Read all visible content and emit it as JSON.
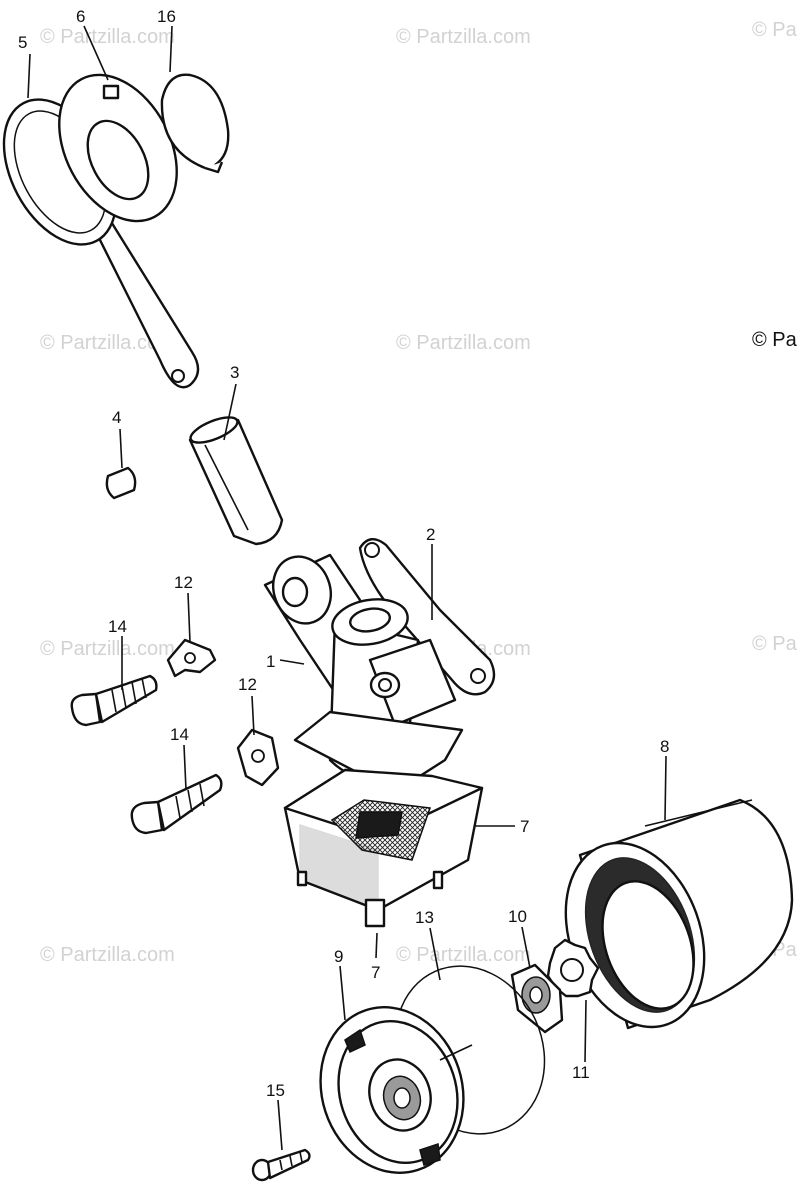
{
  "watermarks": [
    "© Partzilla.com",
    "© Partzilla.com",
    "© Pa",
    "© Partzilla.com",
    "© Partzilla.com",
    "© Partzilla.com",
    "© Partzilla.com",
    "© Pa",
    "© Partzilla.com",
    "© Partzilla.com",
    "© Pa"
  ],
  "copyright": "© Pa",
  "callouts": [
    "5",
    "6",
    "16",
    "3",
    "4",
    "2",
    "12",
    "14",
    "1",
    "12",
    "14",
    "8",
    "7",
    "7",
    "13",
    "10",
    "9",
    "11",
    "15"
  ]
}
